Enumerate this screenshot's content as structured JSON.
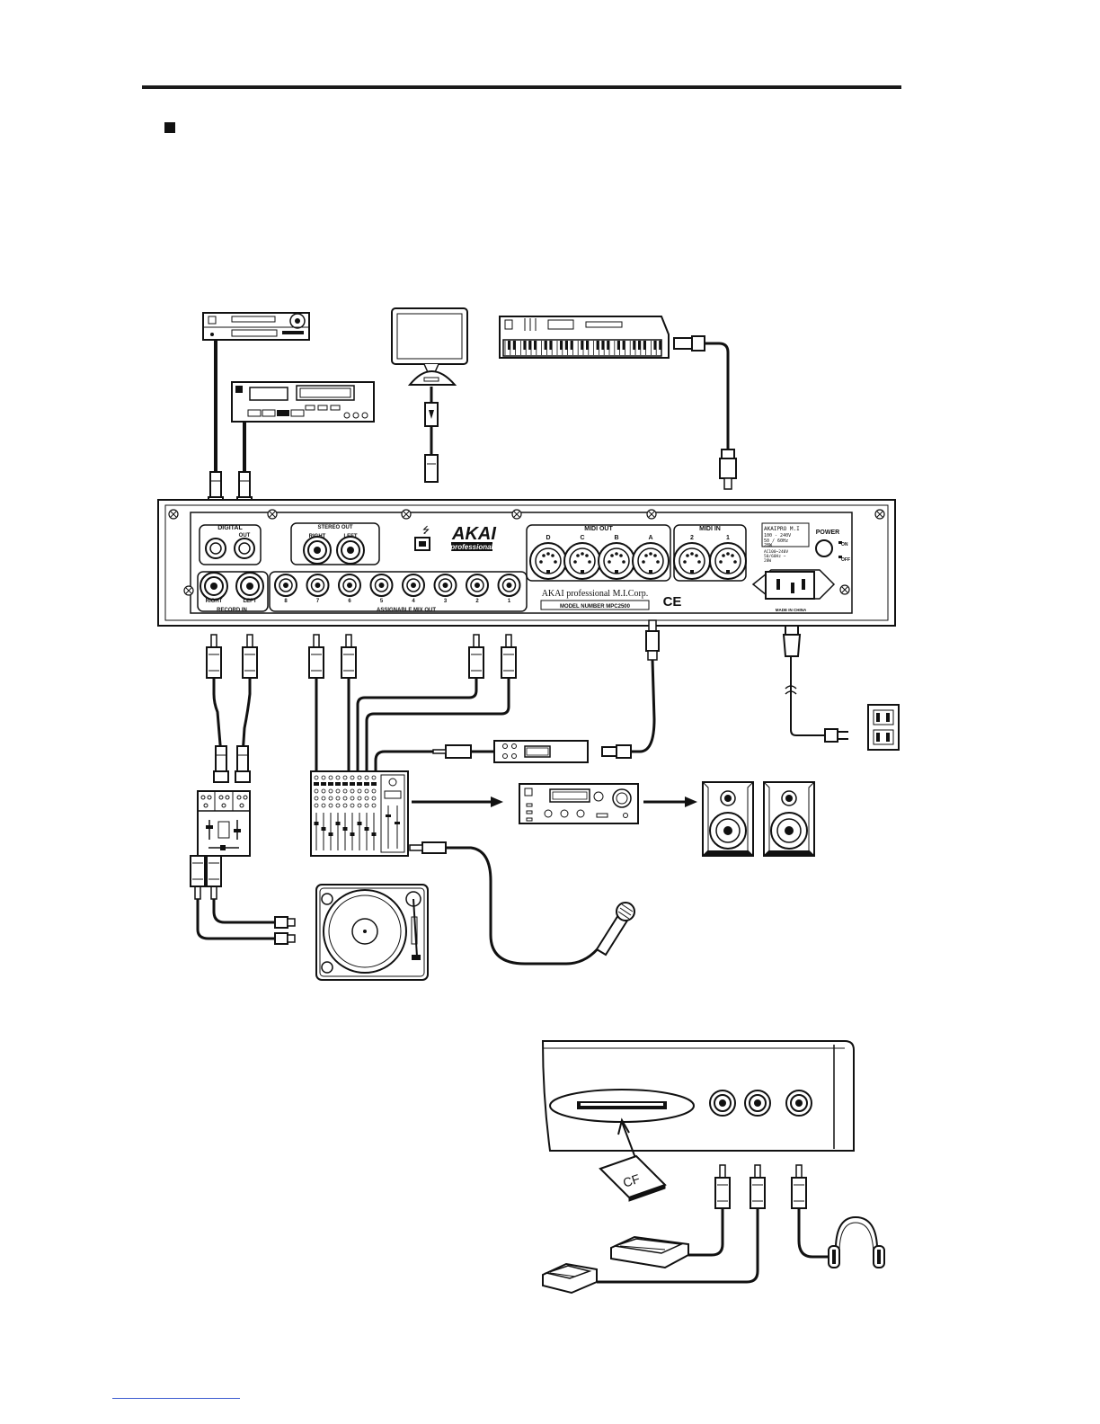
{
  "rear_panel": {
    "digital_label": "DIGITAL",
    "digital_out_label": "OUT",
    "stereo_out_label": "STEREO OUT",
    "stereo_right_label": "RIGHT",
    "stereo_left_label": "LEFT",
    "record_in_label": "RECORD IN",
    "record_right_label": "RIGHT",
    "record_left_label": "LEFT",
    "mix_out_label": "ASSIGNABLE MIX OUT",
    "mix_out_jacks": [
      "8",
      "7",
      "6",
      "5",
      "4",
      "3",
      "2",
      "1"
    ],
    "midi_out_label": "MIDI OUT",
    "midi_out_ports": [
      "D",
      "C",
      "B",
      "A"
    ],
    "midi_in_label": "MIDI IN",
    "midi_in_ports": [
      "2",
      "1"
    ],
    "brand_main": "AKAI",
    "brand_sub": "professional",
    "company_line": "AKAI professional M.I.Corp.",
    "model_line": "MODEL NUMBER MPC2500",
    "ce_mark": "CE",
    "rating_lines": [
      "AKAIPRO M.I",
      "100 - 240V",
      "50 / 60Hz",
      "28W",
      "AC100~240V",
      "50/60Hz ~",
      "28W"
    ],
    "power_label": "POWER",
    "power_on": "ON",
    "power_off": "OFF",
    "made_in": "MADE IN CHINA"
  },
  "front_panel": {
    "cf_card_label": "CF"
  },
  "colors": {
    "ink": "#111111",
    "cable": "#1a1a1a",
    "header_rule": "#1a1a1a",
    "footer_link": "#3a5bd0"
  }
}
